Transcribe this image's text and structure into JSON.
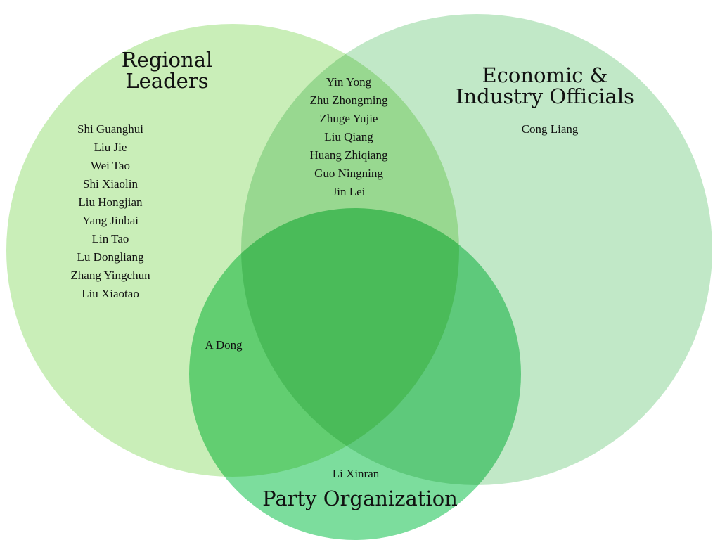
{
  "colors": {
    "regional": "#bdeaa8",
    "economic": "#b3e3bb",
    "party": "#5fd688",
    "text": "#111111"
  },
  "sets": {
    "regional": {
      "title": "Regional\nLeaders"
    },
    "economic": {
      "title": "Economic &\nIndustry Officials"
    },
    "party": {
      "title": "Party Organization"
    }
  },
  "regions": {
    "regional_only": [
      "Shi Guanghui",
      "Liu Jie",
      "Wei Tao",
      "Shi Xiaolin",
      "Liu Hongjian",
      "Yang Jinbai",
      "Lin Tao",
      "Lu Dongliang",
      "Zhang Yingchun",
      "Liu Xiaotao"
    ],
    "regional_economic": [
      "Yin Yong",
      "Zhu Zhongming",
      "Zhuge Yujie",
      "Liu Qiang",
      "Huang Zhiqiang",
      "Guo Ningning",
      "Jin Lei"
    ],
    "economic_only": [
      "Cong Liang"
    ],
    "regional_party": [
      "A Dong"
    ],
    "party_only": [
      "Li Xinran"
    ]
  }
}
